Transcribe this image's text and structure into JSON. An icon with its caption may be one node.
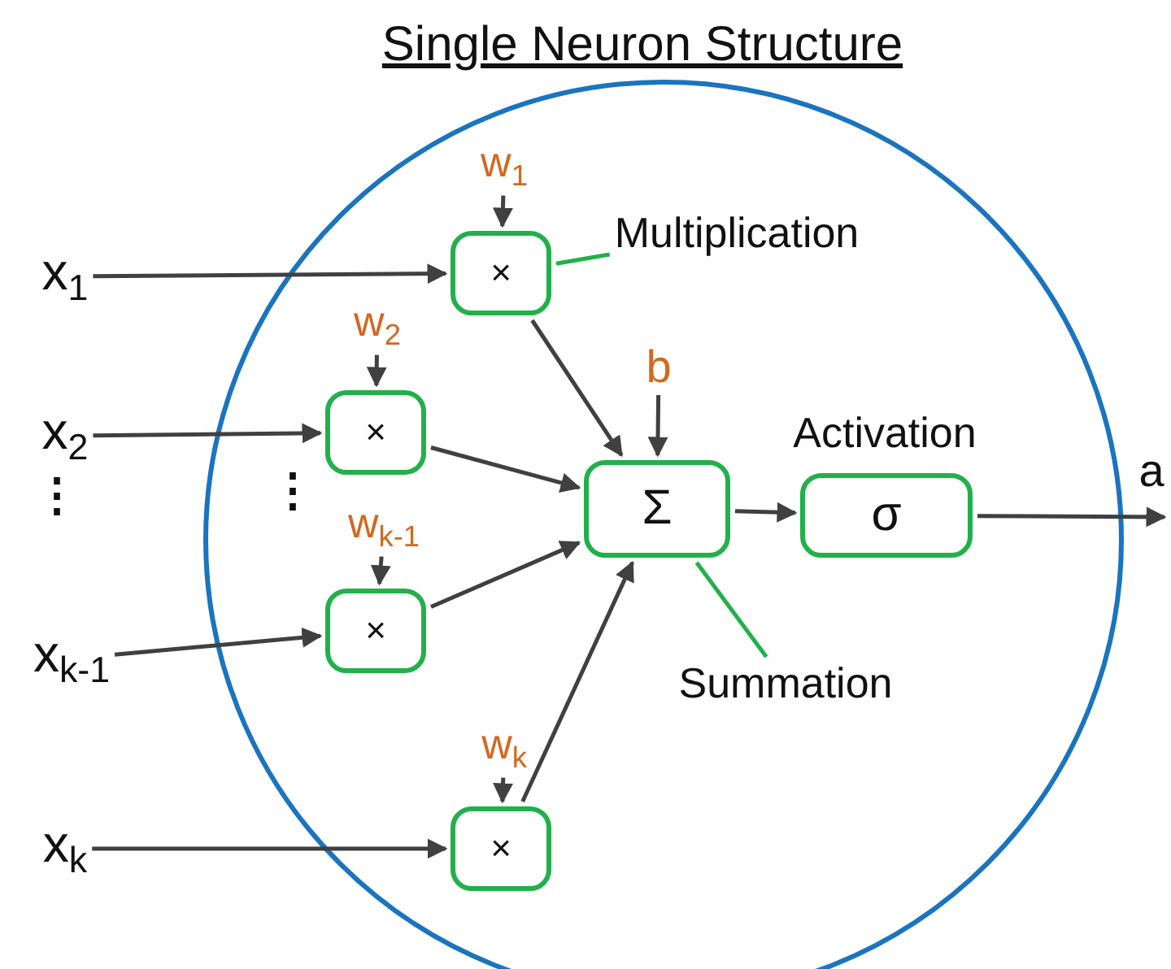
{
  "diagram": {
    "title": "Single Neuron Structure",
    "nodes": [
      {
        "text": [],
        "shape": "circle"
      },
      {
        "text": [
          "x$_{1}$"
        ]
      },
      {
        "text": [
          "x$_{2}$"
        ]
      },
      {
        "text": [
          "x$_{k-1}$"
        ]
      },
      {
        "text": [
          "x$_{k}$"
        ]
      },
      {
        "text": [
          "×"
        ],
        "in": 0
      },
      {
        "text": [
          "×"
        ],
        "in": 0
      },
      {
        "text": [
          "×"
        ],
        "in": 0
      },
      {
        "text": [
          "×"
        ],
        "in": 0
      },
      {
        "text": [
          "w$_{1}$"
        ],
        "in": 0
      },
      {
        "text": [
          "w$_{2}$"
        ],
        "in": 0
      },
      {
        "text": [
          "w$_{k-1}$"
        ],
        "in": 0
      },
      {
        "text": [
          "w$_{k}$"
        ],
        "in": 0
      },
      {
        "text": [
          "b"
        ],
        "in": 0
      },
      {
        "text": [
          "Σ"
        ],
        "in": 0
      },
      {
        "text": [
          "σ"
        ],
        "in": 0,
        "beside": [
          "Activation"
        ]
      },
      {
        "text": [
          "a"
        ]
      },
      {
        "text": [
          "Multiplication"
        ],
        "in": 0
      },
      {
        "text": [
          "Summation"
        ],
        "in": 0
      }
    ],
    "edges": [
      {
        "from": 1,
        "to": 5,
        "arrow": "to"
      },
      {
        "from": 2,
        "to": 6,
        "arrow": "to"
      },
      {
        "from": 3,
        "to": 7,
        "arrow": "to"
      },
      {
        "from": 4,
        "to": 8,
        "arrow": "to"
      },
      {
        "from": 9,
        "to": 5,
        "arrow": "to"
      },
      {
        "from": 10,
        "to": 6,
        "arrow": "to"
      },
      {
        "from": 11,
        "to": 7,
        "arrow": "to"
      },
      {
        "from": 12,
        "to": 8,
        "arrow": "to"
      },
      {
        "from": 5,
        "to": 14,
        "arrow": "to"
      },
      {
        "from": 6,
        "to": 14,
        "arrow": "to"
      },
      {
        "from": 7,
        "to": 14,
        "arrow": "to"
      },
      {
        "from": 8,
        "to": 14,
        "arrow": "to"
      },
      {
        "from": 13,
        "to": 14,
        "arrow": "to"
      },
      {
        "from": 14,
        "to": 15,
        "arrow": "to"
      },
      {
        "from": 15,
        "to": 16,
        "arrow": "to"
      },
      {
        "from": 17,
        "to": 5,
        "arrow": "none",
        "color": "#22b04a"
      },
      {
        "from": 18,
        "to": 14,
        "arrow": "none",
        "color": "#22b04a"
      }
    ],
    "labels": [
      "⋮",
      "⋮"
    ]
  }
}
